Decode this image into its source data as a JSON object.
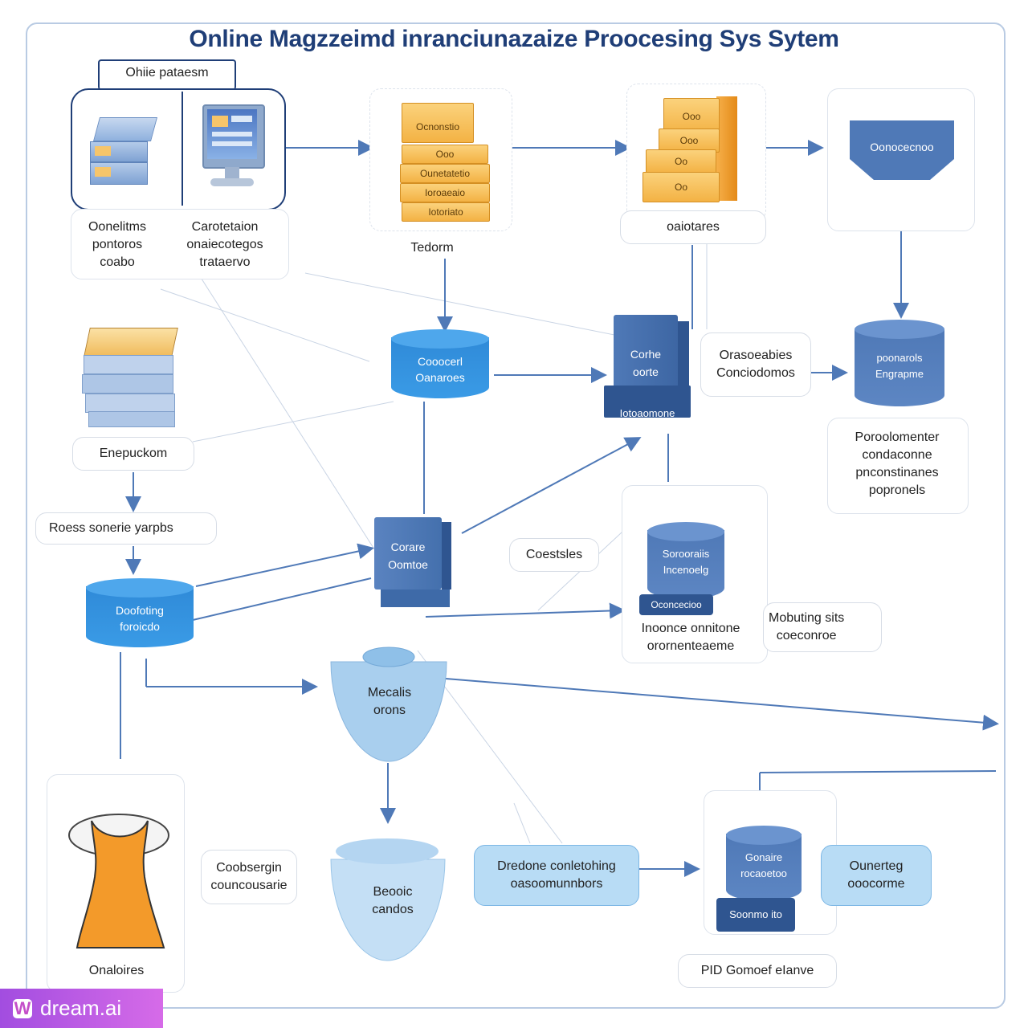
{
  "title": "Online Magzzeimd inrancіunazaize Proocesing Sys Sytem",
  "boxes": {
    "top_left_header": "Ohiie pataesm",
    "online_left": "Oonelitms\npontoros\ncoabo",
    "online_right": "Carotetaion\nonaiecotegos\ntrataervo",
    "top_folders_label": "Tedorm",
    "top_folders_items": [
      "Ocnonstio",
      "Ooo",
      "Ounetatetio",
      "Ioroaeaio",
      "Iotoriato"
    ],
    "right_folders_label": "oaiotares",
    "right_folders_items": [
      "Ooo",
      "Ooo",
      "Oo",
      "Oo"
    ],
    "top_right_funnel": "Oonocecnoo",
    "books_label": "Enepuckom",
    "process_label": "Roess sonerie yarpbs",
    "central_db": "Cooocerl\nOanaroes",
    "server_right": "Corhe\noorte",
    "server_right_base": "Iotoaomone",
    "oraseo_label": "Orasoeabies\nConciodomos",
    "db_right": "poonarols\nEngrapme",
    "pornto_label": "Poroolomenter\ncondaconne\npnconstinanes\npopronels",
    "mid_server": "Corare\nOomtoe",
    "coestsles": "Coestsles",
    "mid_right_db": "Sorooraiis\nIncenoelg",
    "mid_right_db_base": "Oconcecioo",
    "mid_right_label": "Inoonce onnitone\norornenteaeme",
    "mobuting_label": "Mobuting sits\ncoeconroe",
    "doofoting_db": "Doofoting\nforoicdo",
    "mecalis": "Mecalis\norons",
    "shirt_label": "Onaloires",
    "coobsergn": "Coobsergin\ncouncousarie",
    "beooic": "Beooic\ncandos",
    "dredone": "Dredone conletohing\noasoomunnbors",
    "bottom_server": "Gonaire\nrocaoetoo",
    "bottom_server_base": "Soonmo ito",
    "ounerteg": "Ounerteg\nooocorme",
    "pid_label": "PID Gomoef eIanve"
  },
  "watermark": "dream.ai",
  "colors": {
    "navy": "#1f3e77",
    "blue": "#3a86d0",
    "steel": "#4f79b7",
    "light": "#a9cfee",
    "orange": "#f39a2a"
  }
}
